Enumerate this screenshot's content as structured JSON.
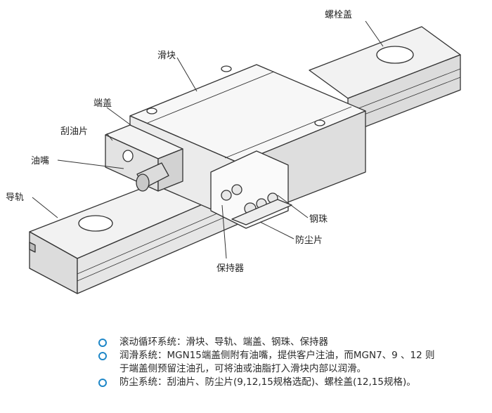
{
  "labels": {
    "bolt_cap": "螺栓盖",
    "block": "滑块",
    "end_cap": "端盖",
    "scraper": "刮油片",
    "grease_nipple": "油嘴",
    "rail": "导轨",
    "steel_ball": "钢珠",
    "dust_seal": "防尘片",
    "retainer": "保持器"
  },
  "bullets": [
    {
      "text": "滚动循环系统：滑块、导轨、端盖、钢珠、保持器"
    },
    {
      "text": "润滑系统：MGN15端盖侧附有油嘴，提供客户注油，而MGN7、9 、12 则",
      "cont": "于端盖侧预留注油孔，可将油或油脂打入滑块内部以润滑。"
    },
    {
      "text": "防尘系统：刮油片、防尘片(9,12,15规格选配)、螺栓盖(12,15规格)。"
    }
  ],
  "colors": {
    "bullet_ring": "#1f87c8",
    "line": "#333333"
  }
}
